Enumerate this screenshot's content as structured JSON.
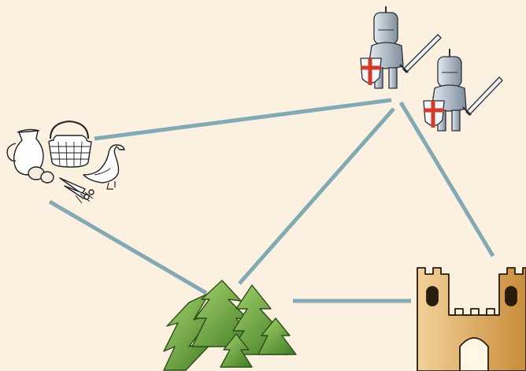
{
  "colors": {
    "background": "#fcf1e0",
    "edge": "#82aab4",
    "tree_light": "#8cc05a",
    "tree_dark": "#3f7a24",
    "castle_light": "#f0c98a",
    "castle_dark": "#c98c3c",
    "armor": "#c4cfdb",
    "shield_red": "#d23a2c"
  },
  "nodes": [
    {
      "id": "goods",
      "icon": "market-goods-icon"
    },
    {
      "id": "knights",
      "icon": "knights-icon"
    },
    {
      "id": "forest",
      "icon": "forest-icon"
    },
    {
      "id": "castle",
      "icon": "castle-icon"
    }
  ],
  "edges": [
    {
      "from": "goods",
      "to": "knights"
    },
    {
      "from": "goods",
      "to": "forest"
    },
    {
      "from": "knights",
      "to": "forest"
    },
    {
      "from": "knights",
      "to": "castle"
    },
    {
      "from": "forest",
      "to": "castle"
    }
  ]
}
